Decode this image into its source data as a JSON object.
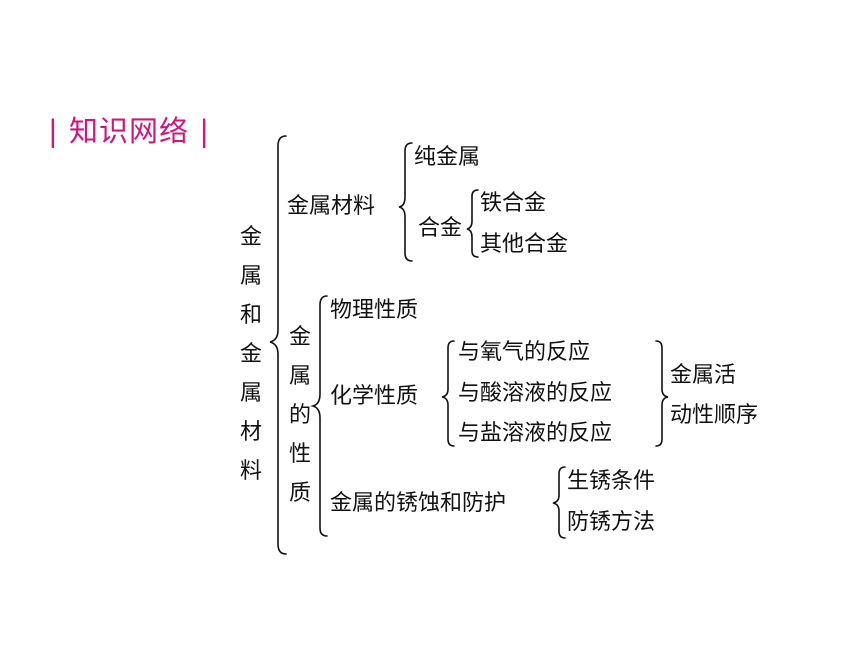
{
  "title": "| 知识网络 |",
  "colors": {
    "title": "#d4147a",
    "text": "#111111"
  },
  "root": [
    "金",
    "属",
    "和",
    "金",
    "属",
    "材",
    "料"
  ],
  "branch_material": {
    "label": "金属材料",
    "pure": "纯金属",
    "alloy": {
      "label": "合金",
      "items": [
        "铁合金",
        "其他合金"
      ]
    }
  },
  "branch_property": {
    "label": [
      "金",
      "属",
      "的",
      "性",
      "质"
    ],
    "physical": "物理性质",
    "chemical": {
      "label": "化学性质",
      "items": [
        "与氧气的反应",
        "与酸溶液的反应",
        "与盐溶液的反应"
      ],
      "result": [
        "金属活",
        "动性顺序"
      ]
    },
    "corrosion": {
      "label": "金属的锈蚀和防护",
      "items": [
        "生锈条件",
        "防锈方法"
      ]
    }
  }
}
